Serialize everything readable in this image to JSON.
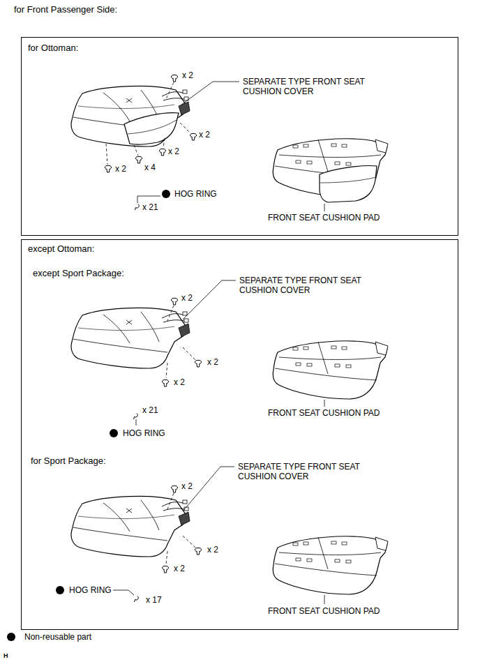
{
  "diagram": {
    "title": "for Front Passenger Side:",
    "nodes": [
      {
        "text": [
          "for Ottoman:"
        ]
      },
      {
        "text": [
          "except Ottoman:"
        ]
      }
    ],
    "labels": [
      "x 2",
      "SEPARATE TYPE FRONT SEAT CUSHION COVER",
      "x 2",
      "x 2",
      "x 2",
      "x 4",
      "HOG RING",
      "x 21",
      "FRONT SEAT CUSHION PAD",
      "except Sport Package:",
      "SEPARATE TYPE FRONT SEAT CUSHION COVER",
      "x 2",
      "x 2",
      "x 2",
      "x 21",
      "HOG RING",
      "FRONT SEAT CUSHION PAD",
      "for Sport Package:",
      "SEPARATE TYPE FRONT SEAT CUSHION COVER",
      "x 2",
      "HOG RING",
      "x 2",
      "x 2",
      "x 17",
      "FRONT SEAT CUSHION PAD",
      "H"
    ],
    "legend": [
      {
        "text": "Non-reusable part",
        "color": "#000000"
      }
    ]
  }
}
